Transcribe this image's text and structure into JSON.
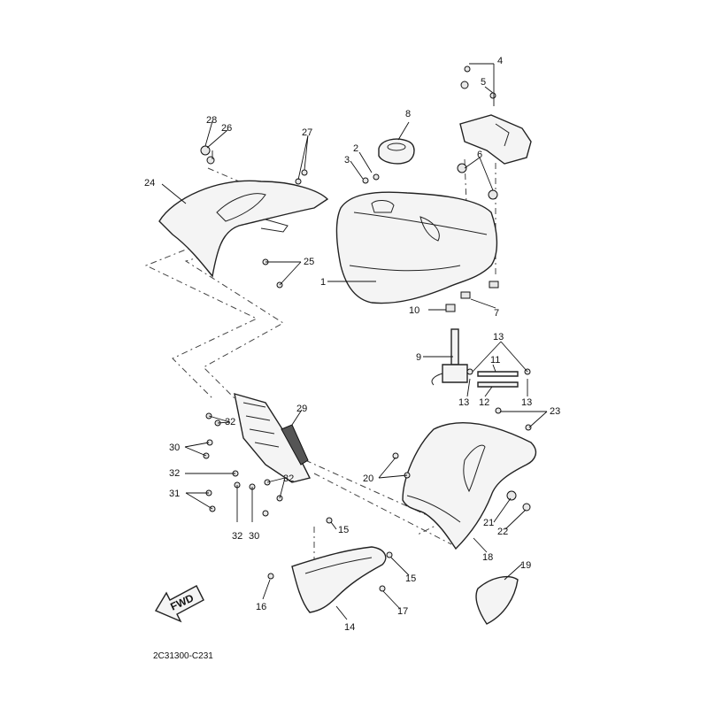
{
  "callouts": [
    "1",
    "2",
    "3",
    "4",
    "5",
    "6",
    "7",
    "8",
    "9",
    "10",
    "11",
    "12",
    "13",
    "14",
    "15",
    "16",
    "17",
    "18",
    "19",
    "20",
    "21",
    "22",
    "23",
    "24",
    "25",
    "26",
    "27",
    "28",
    "29",
    "30",
    "31",
    "32"
  ],
  "forward_label": "FWD",
  "diagram_code": "2C31300-C231"
}
